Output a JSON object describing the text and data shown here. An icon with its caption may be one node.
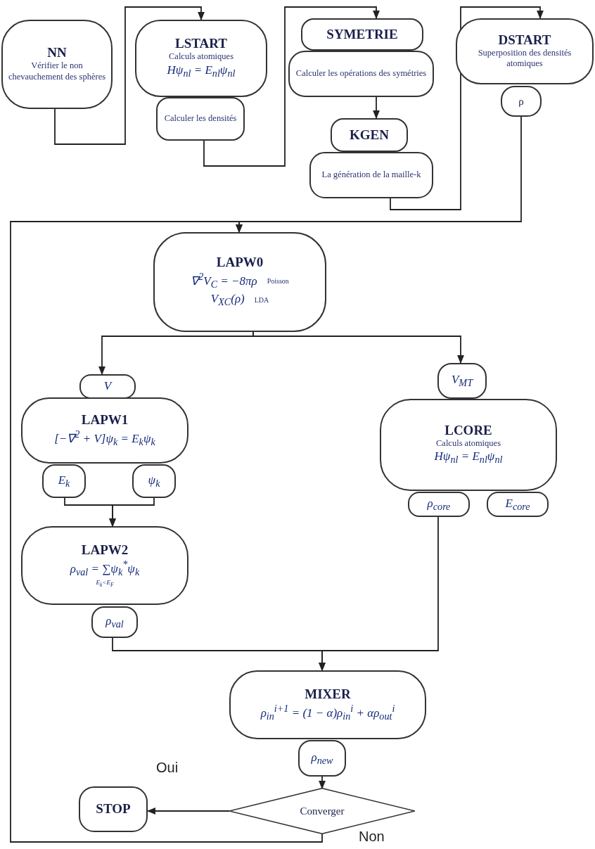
{
  "diagram": {
    "nodes": [
      {
        "text": [
          "NN",
          "Vérifier le non chevauchement des sphères"
        ]
      },
      {
        "text": [
          "LSTART",
          "Calculs atomiques",
          "Hψ$_{nl}$ = E$_{nl}$ψ$_{nl}$"
        ]
      },
      {
        "text": [
          "Calculer les densités"
        ]
      },
      {
        "text": [
          "SYMETRIE"
        ]
      },
      {
        "text": [
          "Calculer les opérations des symétries"
        ]
      },
      {
        "text": [
          "KGEN"
        ]
      },
      {
        "text": [
          "La génération de la maille-k"
        ]
      },
      {
        "text": [
          "DSTART",
          "Superposition des densités atomiques"
        ]
      },
      {
        "text": [
          "ρ"
        ]
      },
      {
        "text": [
          "LAPW0",
          "∇$^{2}$V$_{C}$ = −8πρ",
          "Poisson",
          "V$_{XC}$(ρ)",
          "LDA"
        ]
      },
      {
        "text": [
          "V"
        ]
      },
      {
        "text": [
          "LAPW1",
          "[−∇$^{2}$ + V]ψ$_{k}$ = E$_{k}$ψ$_{k}$"
        ]
      },
      {
        "text": [
          "E$_{k}$"
        ]
      },
      {
        "text": [
          "ψ$_{k}$"
        ]
      },
      {
        "text": [
          "V$_{MT}$"
        ]
      },
      {
        "text": [
          "LCORE",
          "Calculs atomiques",
          "Hψ$_{nl}$ = E$_{nl}$ψ$_{nl}$"
        ]
      },
      {
        "text": [
          "ρ$_{core}$"
        ]
      },
      {
        "text": [
          "E$_{core}$"
        ]
      },
      {
        "text": [
          "LAPW2",
          "ρ$_{val}$ = ∑ψ$_{k}$$^{*}$ψ$_{k}$",
          "E$_{k}$<E$_{F}$"
        ]
      },
      {
        "text": [
          "ρ$_{val}$"
        ]
      },
      {
        "text": [
          "MIXER",
          "ρ$_{in}$$^{i+1}$ = (1 − α)ρ$_{in}$$^{i}$ + αρ$_{out}$$^{i}$"
        ]
      },
      {
        "text": [
          "ρ$_{new}$"
        ]
      },
      {
        "text": [
          "Converger"
        ]
      },
      {
        "text": [
          "STOP"
        ]
      }
    ],
    "edges": [
      {
        "from": 0,
        "to": 1,
        "arrow": "to"
      },
      {
        "from": 2,
        "to": 3,
        "arrow": "to"
      },
      {
        "from": 4,
        "to": 5,
        "arrow": "to"
      },
      {
        "from": 6,
        "to": 7,
        "arrow": "to"
      },
      {
        "from": 8,
        "to": 9,
        "arrow": "to"
      },
      {
        "from": 9,
        "to": 10,
        "arrow": "to"
      },
      {
        "from": 9,
        "to": 14,
        "arrow": "to"
      },
      {
        "from": 12,
        "to": 18,
        "arrow": "to"
      },
      {
        "from": 13,
        "to": 18,
        "arrow": "to"
      },
      {
        "from": 19,
        "to": 20,
        "arrow": "to"
      },
      {
        "from": 16,
        "to": 20,
        "arrow": "to"
      },
      {
        "from": 21,
        "to": 22,
        "arrow": "to"
      },
      {
        "from": 22,
        "to": 23,
        "arrow": "to",
        "label": "Oui"
      },
      {
        "from": 22,
        "to": 9,
        "arrow": "to",
        "label": "Non"
      }
    ]
  }
}
